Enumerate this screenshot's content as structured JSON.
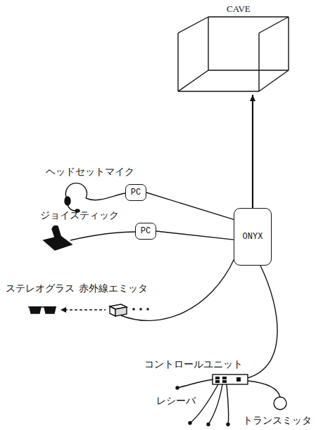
{
  "diagram": {
    "nodes": [
      {
        "text": [
          "CAVE"
        ]
      },
      {
        "text": [
          "PC"
        ]
      },
      {
        "text": [
          "ONYX"
        ]
      },
      {
        "text": [
          "PC"
        ]
      }
    ],
    "edges": [
      {
        "from": 2,
        "to": 0,
        "arrow": "to"
      },
      {
        "from": 1,
        "to": 2,
        "arrow": "none"
      },
      {
        "from": 3,
        "to": 2,
        "arrow": "none"
      }
    ],
    "labels": [
      "ヘッドセットマイク",
      "ジョイスティック",
      "ステレオグラス",
      "赤外線エミッタ",
      "コントロールユニット",
      "レシーバ",
      "トランスミッタ"
    ]
  }
}
